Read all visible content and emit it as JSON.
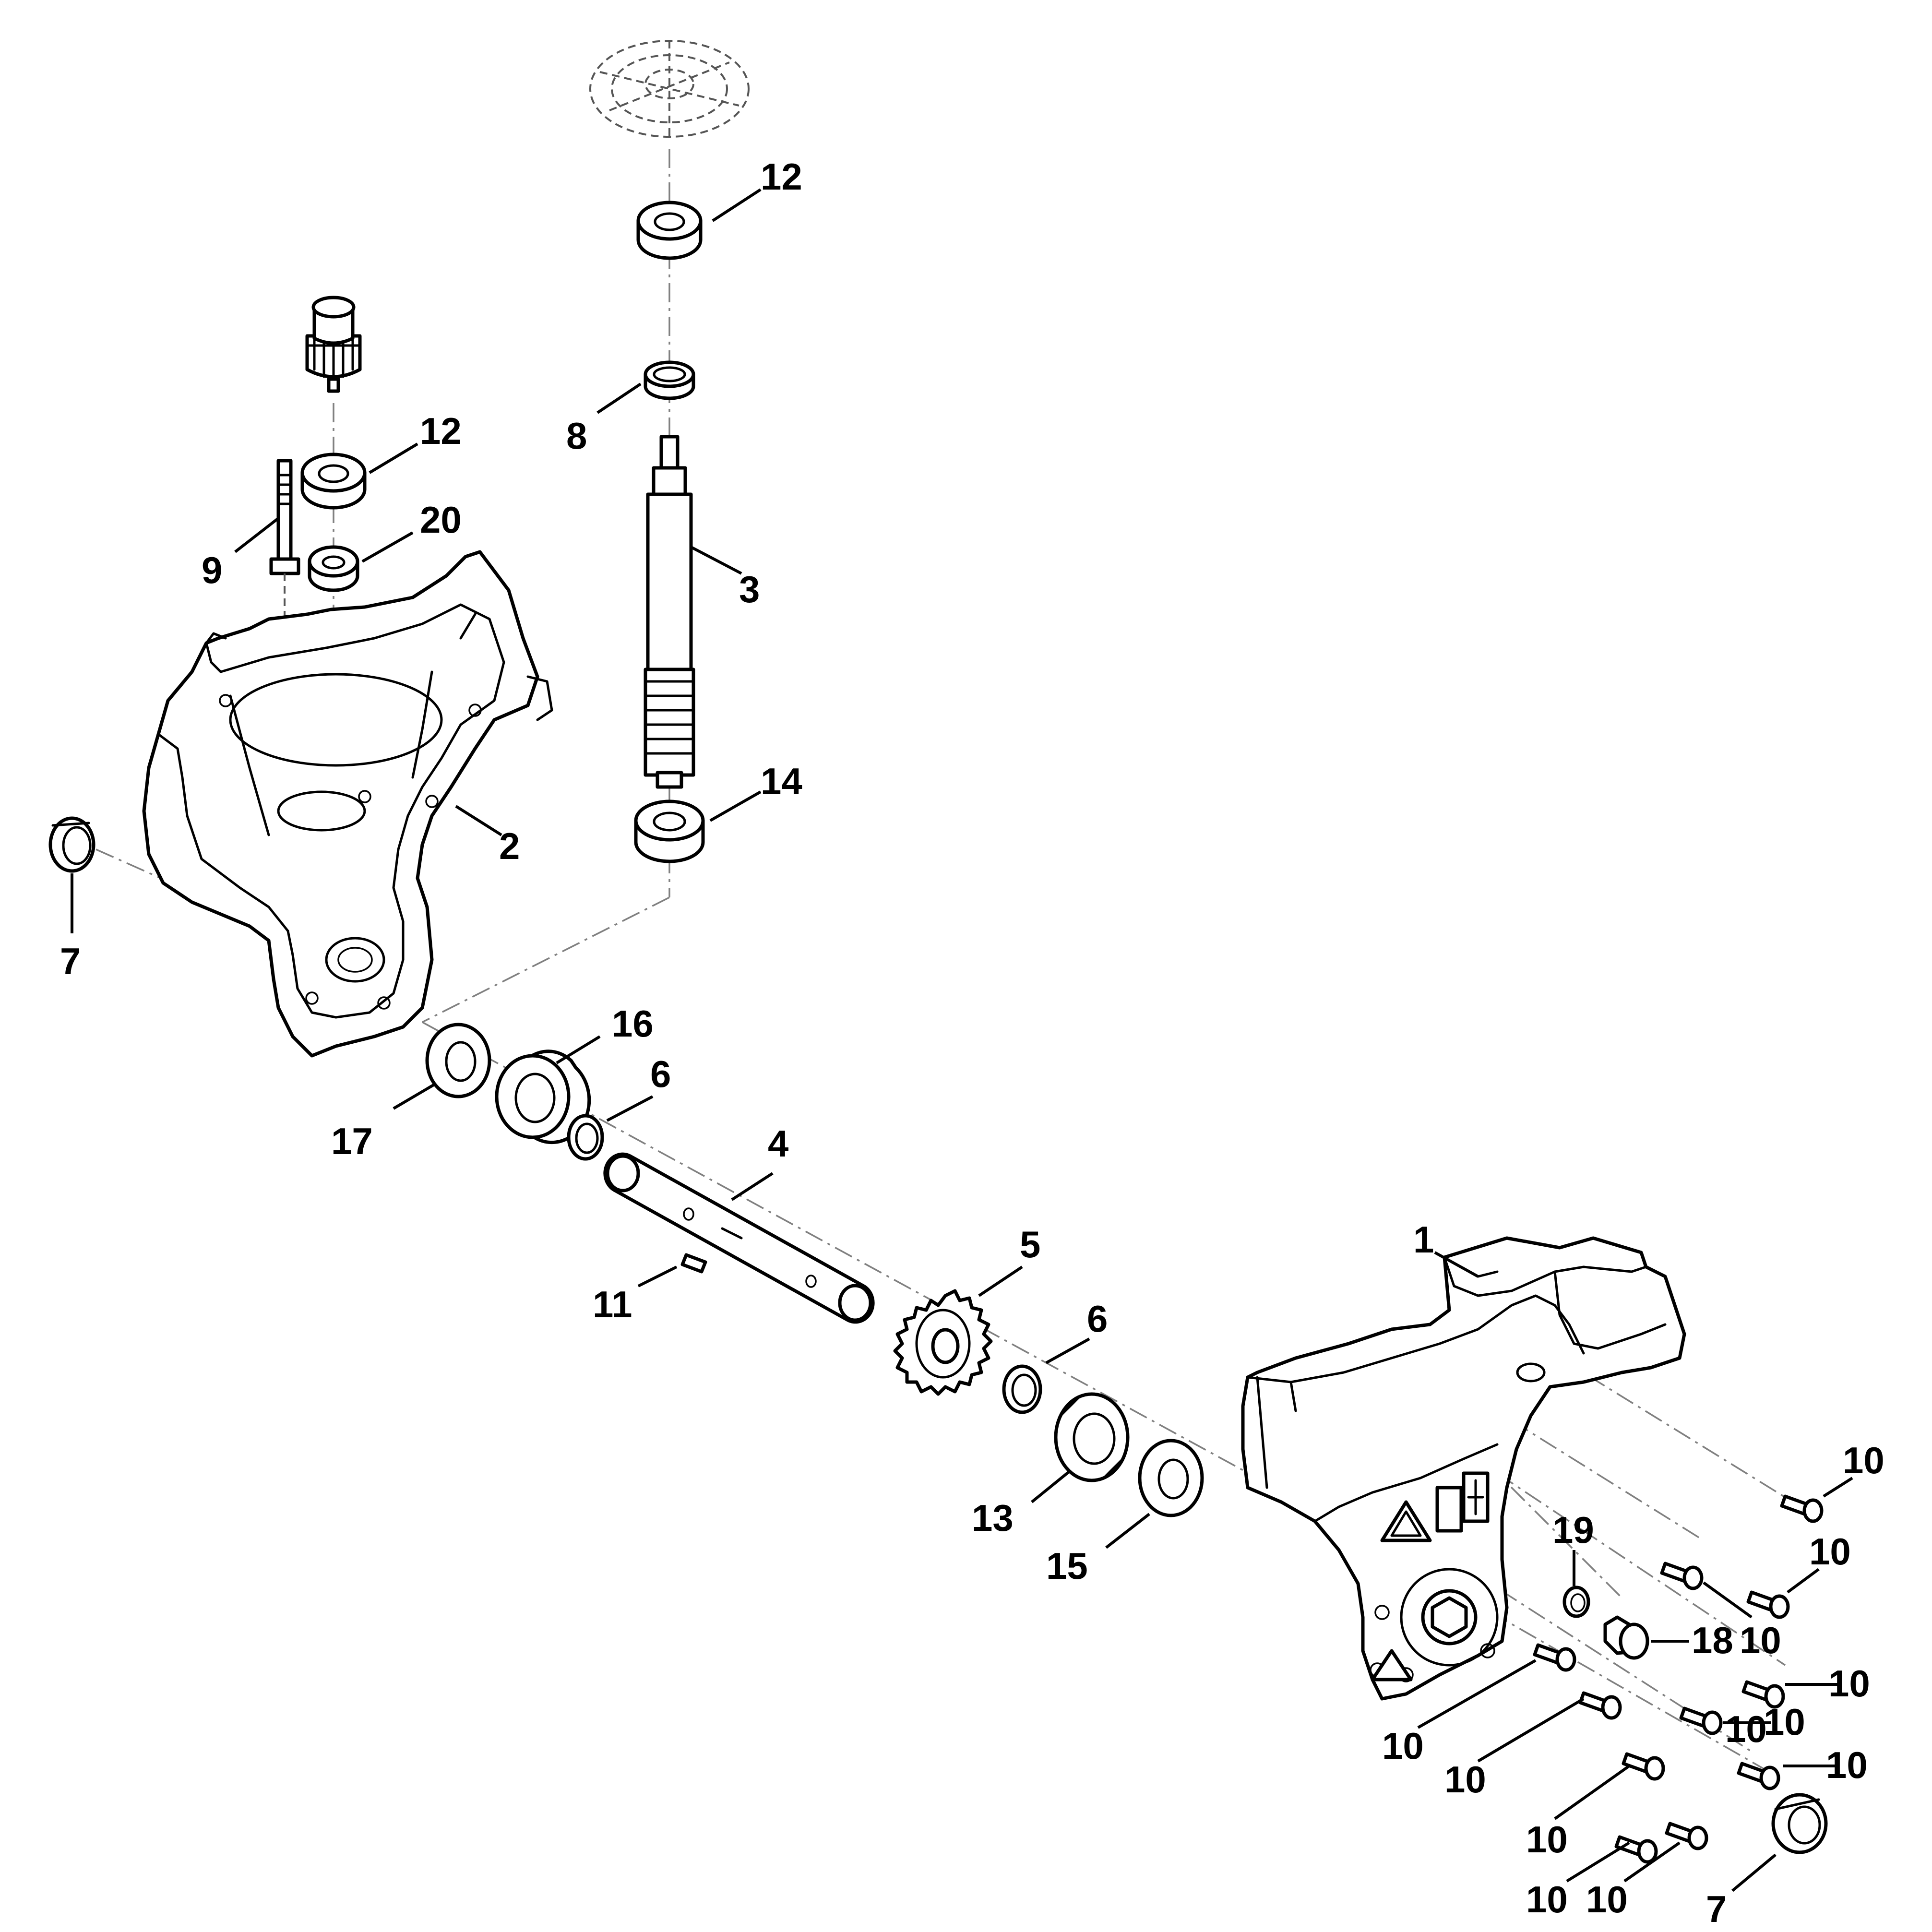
{
  "diagram": {
    "line_color": "#000000",
    "background_color": "#ffffff",
    "callouts": [
      {
        "id": "c1",
        "text": "1"
      },
      {
        "id": "c2",
        "text": "2"
      },
      {
        "id": "c3",
        "text": "3"
      },
      {
        "id": "c4",
        "text": "4"
      },
      {
        "id": "c5",
        "text": "5"
      },
      {
        "id": "c6a",
        "text": "6"
      },
      {
        "id": "c6b",
        "text": "6"
      },
      {
        "id": "c7a",
        "text": "7"
      },
      {
        "id": "c7b",
        "text": "7"
      },
      {
        "id": "c8",
        "text": "8"
      },
      {
        "id": "c9",
        "text": "9"
      },
      {
        "id": "c10a",
        "text": "10"
      },
      {
        "id": "c10b",
        "text": "10"
      },
      {
        "id": "c10c",
        "text": "10"
      },
      {
        "id": "c10d",
        "text": "10"
      },
      {
        "id": "c10e",
        "text": "10"
      },
      {
        "id": "c10f",
        "text": "10"
      },
      {
        "id": "c10g",
        "text": "10"
      },
      {
        "id": "c10h",
        "text": "10"
      },
      {
        "id": "c10i",
        "text": "10"
      },
      {
        "id": "c10j",
        "text": "10"
      },
      {
        "id": "c10k",
        "text": "10"
      },
      {
        "id": "c10l",
        "text": "10"
      },
      {
        "id": "c11",
        "text": "11"
      },
      {
        "id": "c12a",
        "text": "12"
      },
      {
        "id": "c12b",
        "text": "12"
      },
      {
        "id": "c13",
        "text": "13"
      },
      {
        "id": "c14",
        "text": "14"
      },
      {
        "id": "c15",
        "text": "15"
      },
      {
        "id": "c16",
        "text": "16"
      },
      {
        "id": "c17",
        "text": "17"
      },
      {
        "id": "c18",
        "text": "18"
      },
      {
        "id": "c19",
        "text": "19"
      },
      {
        "id": "c20",
        "text": "20"
      }
    ]
  }
}
